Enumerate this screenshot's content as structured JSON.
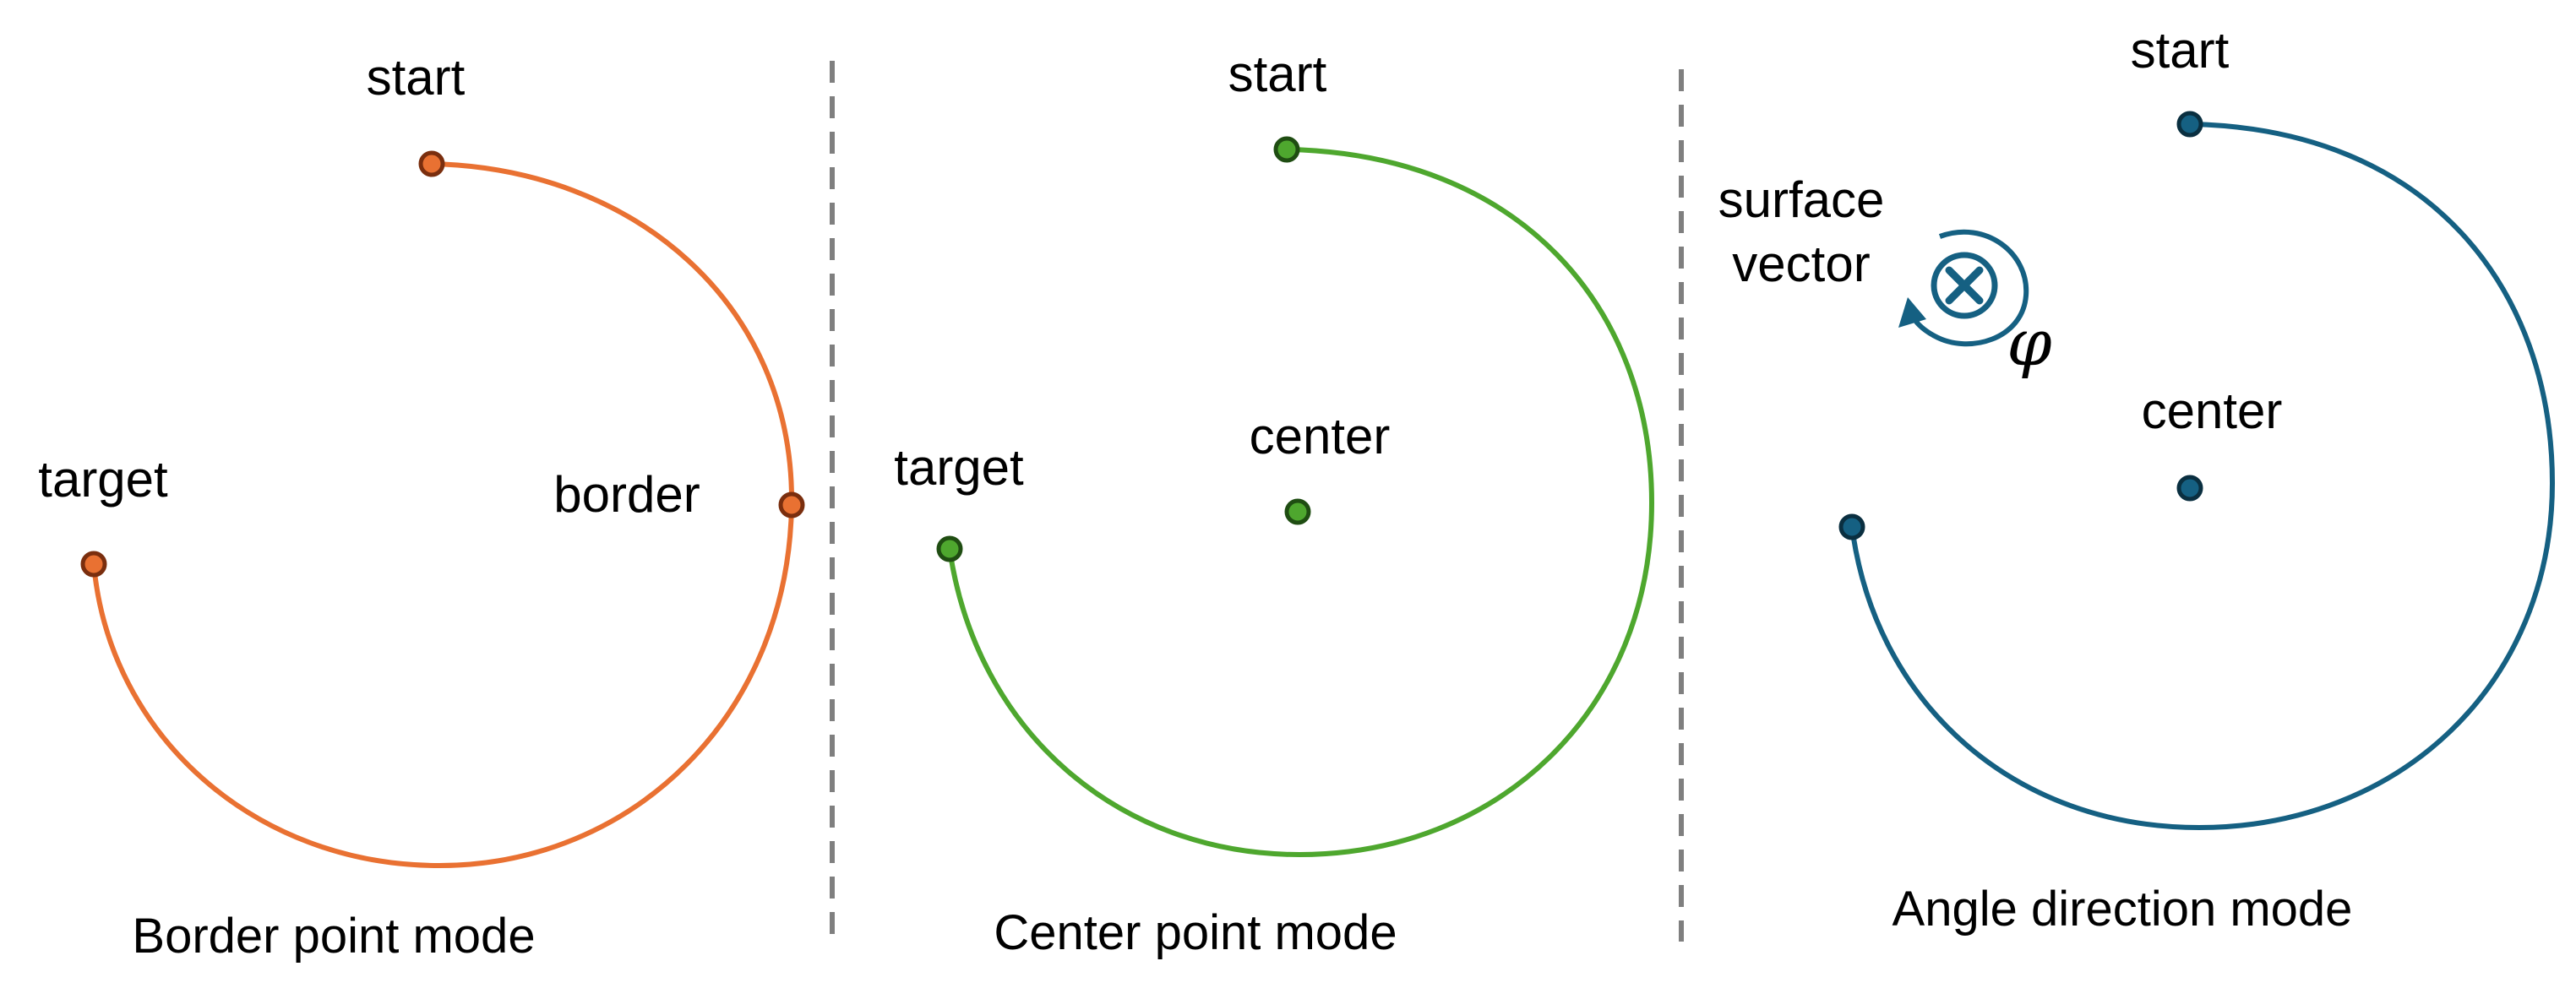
{
  "panels": [
    {
      "caption": "Border point mode",
      "color": "#E97132",
      "dot_outline": "#7a2e0e",
      "labels": {
        "start": "start",
        "target": "target",
        "border": "border"
      }
    },
    {
      "caption": "Center point mode",
      "color": "#4EA72E",
      "dot_outline": "#1f4d12",
      "labels": {
        "start": "start",
        "target": "target",
        "center": "center"
      }
    },
    {
      "caption": "Angle direction mode",
      "color": "#156082",
      "dot_outline": "#0a2f40",
      "labels": {
        "start": "start",
        "center": "center",
        "surface_vector_line1": "surface",
        "surface_vector_line2": "vector",
        "angle_symbol": "φ"
      },
      "icons": [
        "rotation-arrow-icon",
        "into-page-vector-icon"
      ]
    }
  ],
  "divider_color": "#7f7f7f"
}
